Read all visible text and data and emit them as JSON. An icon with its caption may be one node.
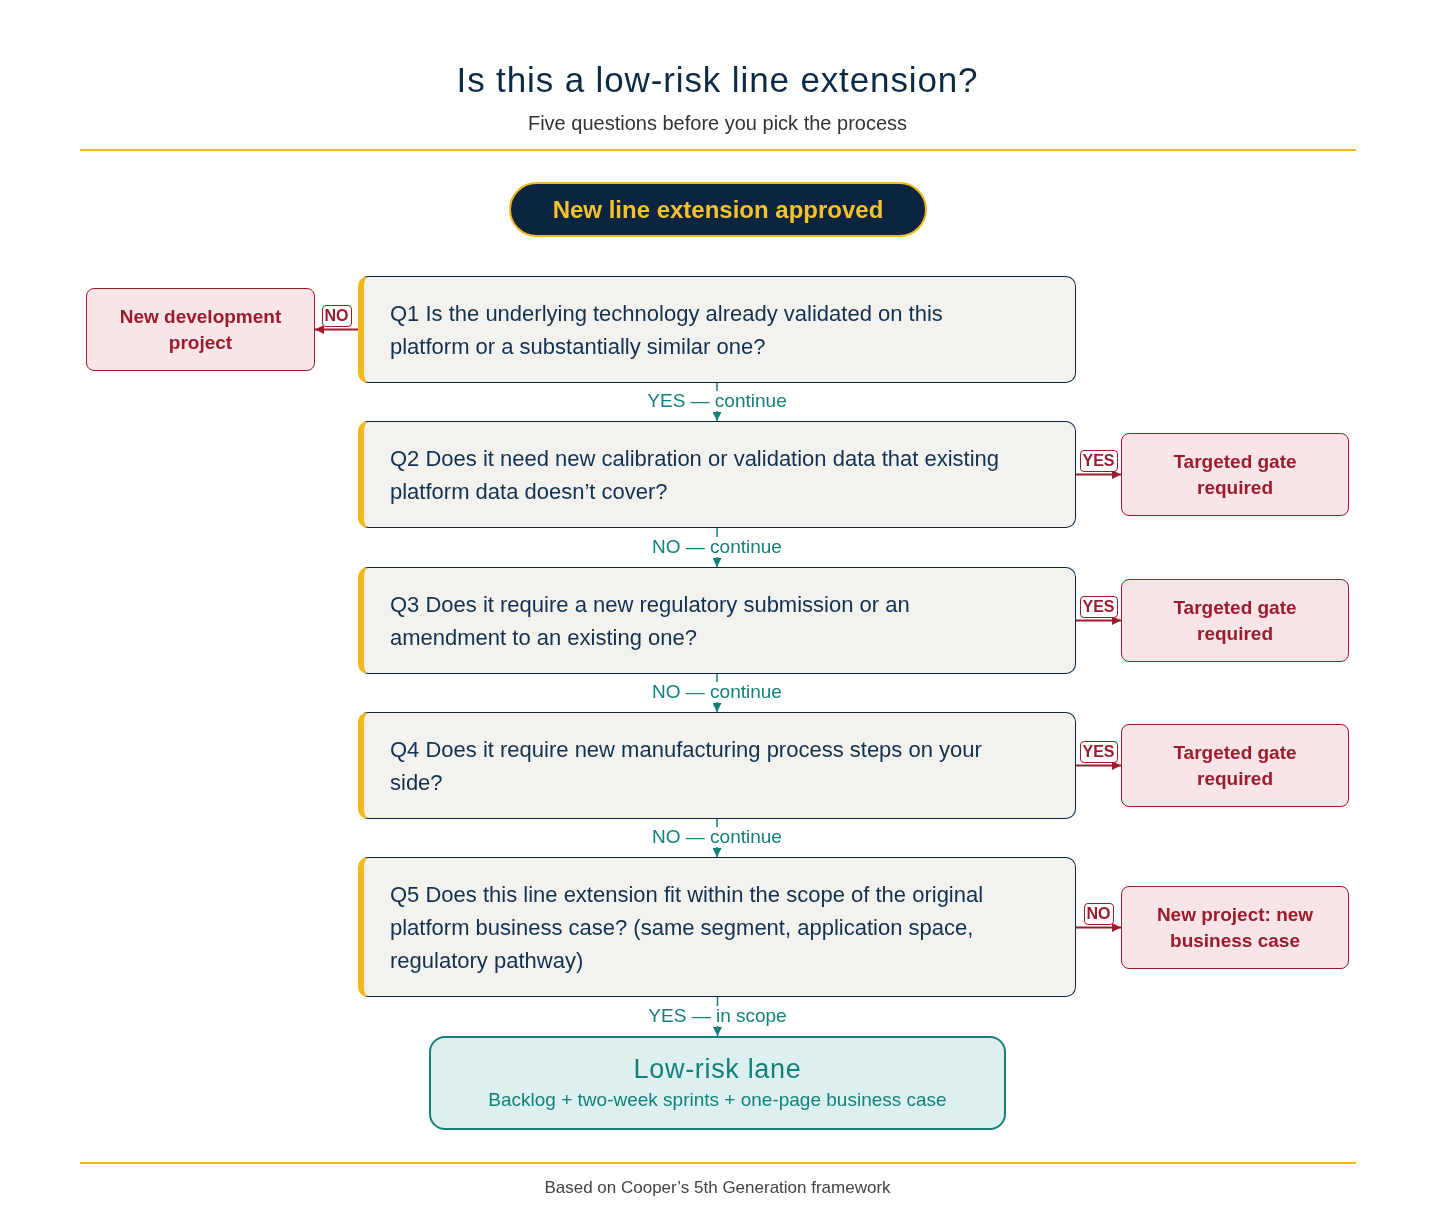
{
  "diagram": {
    "title": "Is this a low-risk line extension?",
    "nodes": [
      {
        "text": [
          "New line extension approved"
        ]
      },
      {
        "text": [
          "New development project"
        ]
      },
      {
        "text": [
          "Q1 Is the underlying technology already validated on this platform or a substantially similar one?"
        ]
      },
      {
        "text": [
          "Q2 Does it need new calibration or validation data that existing platform data doesn’t cover?"
        ]
      },
      {
        "text": [
          "Targeted gate required"
        ]
      },
      {
        "text": [
          "Q3 Does it require a new regulatory submission or an amendment to an existing one?"
        ]
      },
      {
        "text": [
          "Targeted gate required"
        ]
      },
      {
        "text": [
          "Q4 Does it require new manufacturing process steps on your side?"
        ]
      },
      {
        "text": [
          "Targeted gate required"
        ]
      },
      {
        "text": [
          "Q5 Does this line extension fit within the scope of the original platform business case? (same segment, application space, regulatory pathway)"
        ]
      },
      {
        "text": [
          "New project: new business case"
        ]
      },
      {
        "text": [
          "Low-risk lane",
          "Backlog + two-week sprints + one-page business case"
        ]
      }
    ],
    "edges": [
      {
        "from": 2,
        "to": 1,
        "arrow": "to",
        "label": "NO",
        "color": "#9b1c2c"
      },
      {
        "from": 2,
        "to": 3,
        "arrow": "to",
        "label": "YES — continue",
        "color": "#14807a"
      },
      {
        "from": 3,
        "to": 4,
        "arrow": "to",
        "label": "YES",
        "color": "#9b1c2c"
      },
      {
        "from": 3,
        "to": 5,
        "arrow": "to",
        "label": "NO — continue",
        "color": "#14807a"
      },
      {
        "from": 5,
        "to": 6,
        "arrow": "to",
        "label": "YES",
        "color": "#9b1c2c"
      },
      {
        "from": 5,
        "to": 7,
        "arrow": "to",
        "label": "NO — continue",
        "color": "#14807a"
      },
      {
        "from": 7,
        "to": 8,
        "arrow": "to",
        "label": "YES",
        "color": "#9b1c2c"
      },
      {
        "from": 7,
        "to": 9,
        "arrow": "to",
        "label": "NO — continue",
        "color": "#14807a"
      },
      {
        "from": 9,
        "to": 10,
        "arrow": "to",
        "label": "NO",
        "color": "#9b1c2c"
      },
      {
        "from": 9,
        "to": 11,
        "arrow": "to",
        "label": "YES — in scope",
        "color": "#14807a"
      }
    ],
    "labels": [
      "Five questions before you pick the process",
      "Based on Cooper’s 5th Generation framework"
    ]
  }
}
